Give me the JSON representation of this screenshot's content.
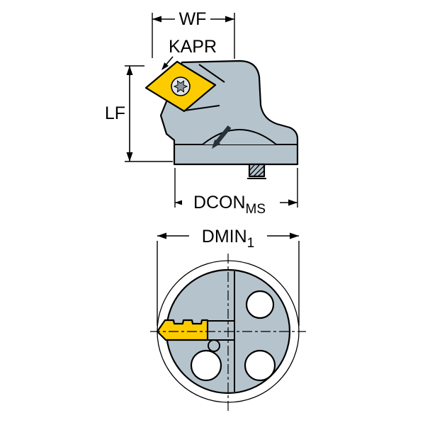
{
  "drawing": {
    "dimension_labels": {
      "wf": "WF",
      "kapr": "KAPR",
      "lf": "LF",
      "dcon": "DCON",
      "dcon_sub": "MS",
      "dmin": "DMIN",
      "dmin_sub": "1"
    },
    "colors": {
      "background": "#ffffff",
      "body": "#b5c3cc",
      "insert": "#fccc00",
      "screw_face": "#dfe5e8",
      "screw_star": "#8c959c",
      "outline": "#000000",
      "flow_arrow": "#263238"
    }
  }
}
